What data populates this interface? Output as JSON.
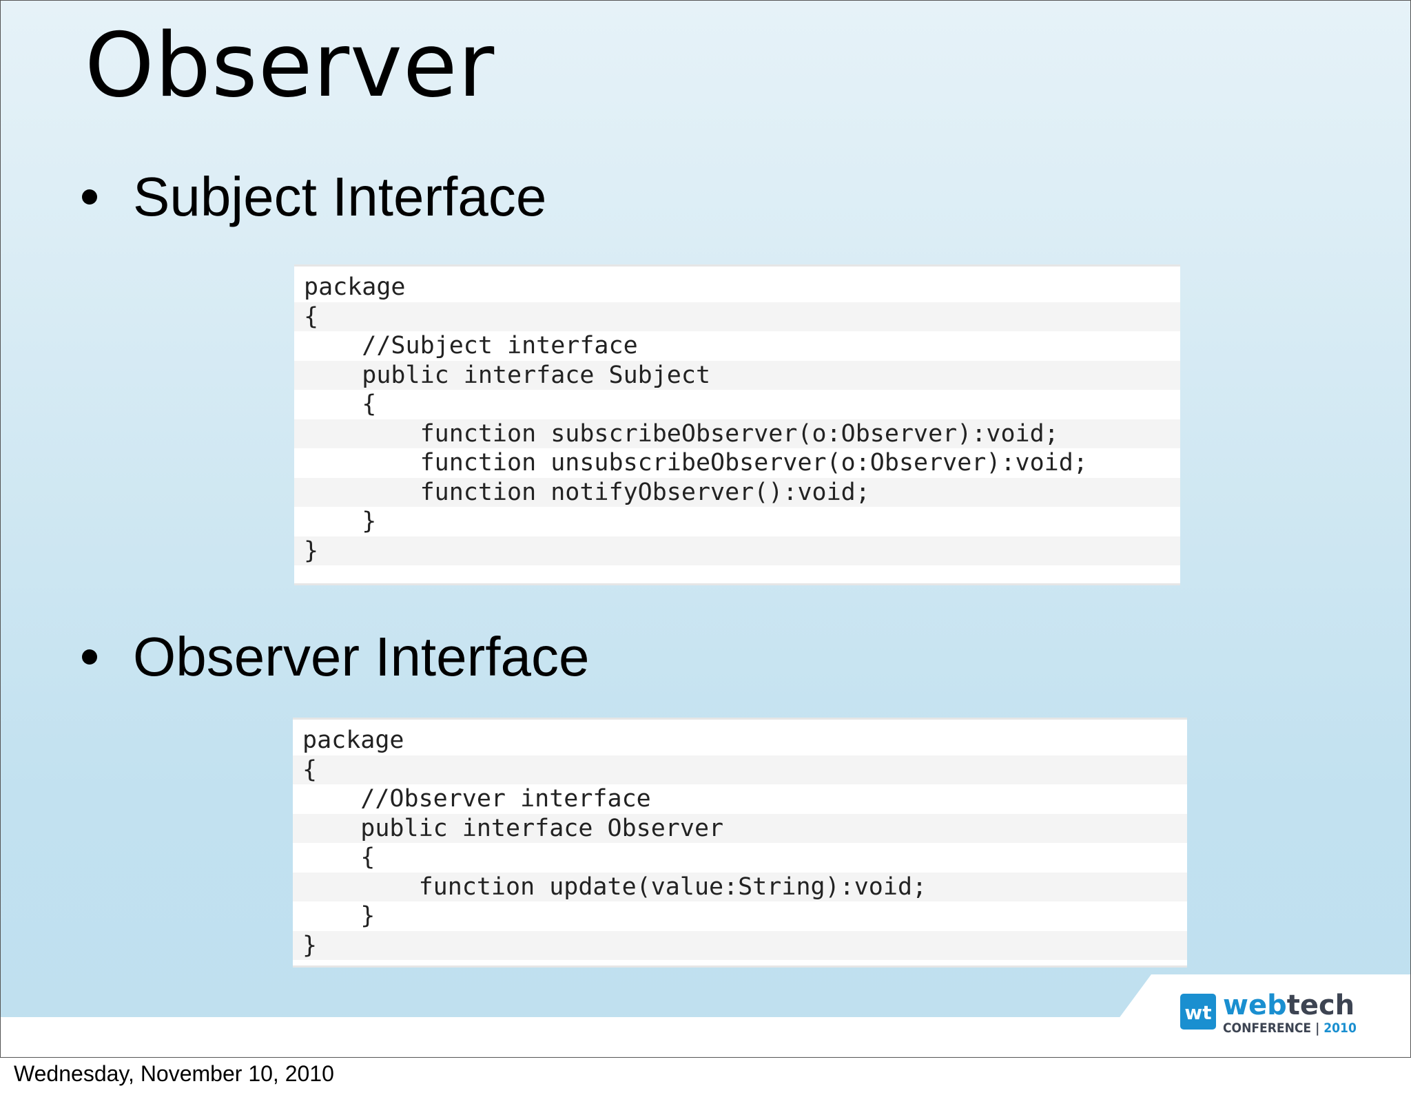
{
  "slide": {
    "title": "Observer",
    "bullets": [
      "Subject Interface",
      "Observer Interface"
    ]
  },
  "code_blocks": [
    {
      "lines": [
        "package",
        "{",
        "    //Subject interface",
        "    public interface Subject",
        "    {",
        "        function subscribeObserver(o:Observer):void;",
        "        function unsubscribeObserver(o:Observer):void;",
        "        function notifyObserver():void;",
        "    }",
        "}"
      ]
    },
    {
      "lines": [
        "package",
        "{",
        "    //Observer interface",
        "    public interface Observer",
        "    {",
        "        function update(value:String):void;",
        "    }",
        "}"
      ]
    }
  ],
  "logo": {
    "mark": "wt",
    "name_part1": "web",
    "name_part2": "tech",
    "subtitle": "CONFERENCE",
    "year": "2010",
    "colors": {
      "blue": "#1a8fd0",
      "dark": "#3d4452"
    }
  },
  "footer": {
    "date": "Wednesday, November 10, 2010"
  }
}
